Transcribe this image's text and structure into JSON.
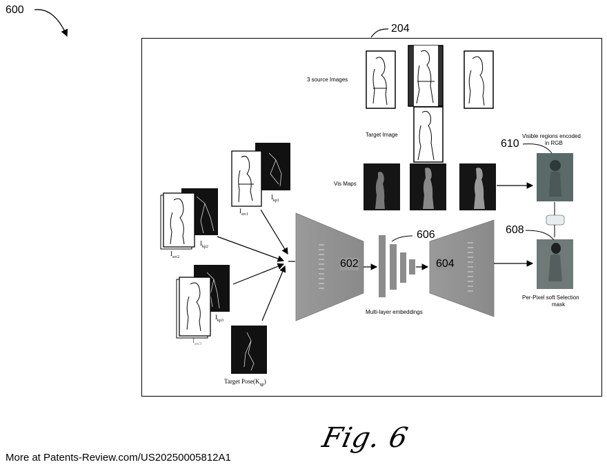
{
  "figure": {
    "ref_main": "600",
    "ref_box": "204",
    "caption": "Fig. 6",
    "footer": "More at Patents-Review.com/US20250005812A1"
  },
  "labels": {
    "source_images": "3 source Images",
    "target_image": "Target Image",
    "vis_maps": "Vis Maps",
    "visible_regions_line1": "Visible regions encoded",
    "visible_regions_line2": "in RGB",
    "per_pixel_line1": "Per-Pixel soft Selection",
    "per_pixel_line2": "mask",
    "multi_layer": "Multi-layer embeddings",
    "target_pose": "Target Pose(K",
    "target_pose_sub": "tgt",
    "target_pose_close": ")"
  },
  "refs": {
    "encoder": "602",
    "decoder": "604",
    "embeddings": "606",
    "mask": "608",
    "visible": "610"
  },
  "sources": {
    "src1": {
      "img": "I",
      "img_sub": "src1",
      "kp": "I",
      "kp_sub": "kp1"
    },
    "src2": {
      "img": "I",
      "img_sub": "src2",
      "kp": "I",
      "kp_sub": "kp2"
    },
    "src3": {
      "img": "I",
      "img_sub": "src3",
      "kp": "I",
      "kp_sub": "kp3"
    }
  }
}
